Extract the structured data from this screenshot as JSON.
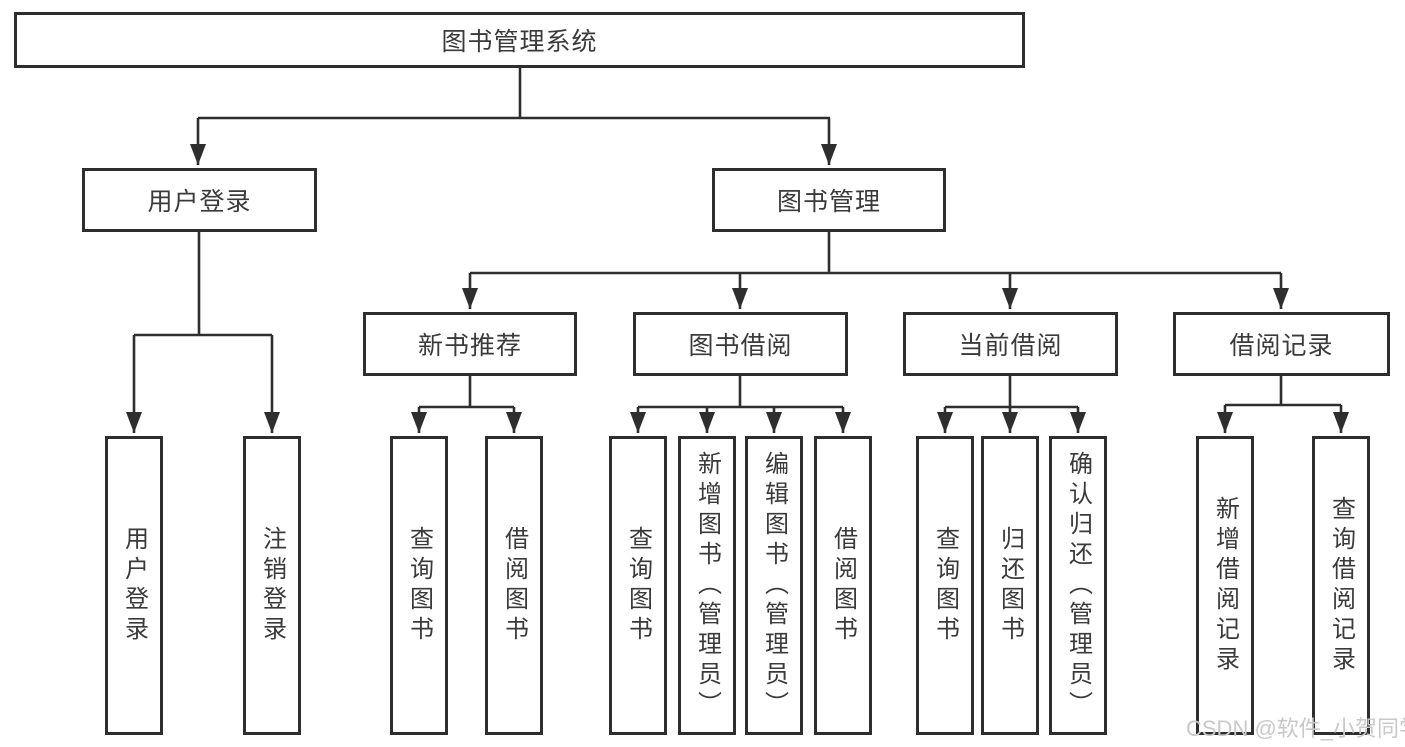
{
  "root": {
    "label": "图书管理系统"
  },
  "level2": [
    {
      "label": "用户登录"
    },
    {
      "label": "图书管理"
    }
  ],
  "level3": [
    {
      "label": "新书推荐"
    },
    {
      "label": "图书借阅"
    },
    {
      "label": "当前借阅"
    },
    {
      "label": "借阅记录"
    }
  ],
  "leaves": {
    "user_login": [
      {
        "label": "用户登录"
      },
      {
        "label": "注销登录"
      }
    ],
    "new_book_recommend": [
      {
        "label": "查询图书"
      },
      {
        "label": "借阅图书"
      }
    ],
    "book_borrow": [
      {
        "label": "查询图书"
      },
      {
        "label": "新增图书（管理员）"
      },
      {
        "label": "编辑图书（管理员）"
      },
      {
        "label": "借阅图书"
      }
    ],
    "current_borrow": [
      {
        "label": "查询图书"
      },
      {
        "label": "归还图书"
      },
      {
        "label": "确认归还（管理员）"
      }
    ],
    "borrow_records": [
      {
        "label": "新增借阅记录"
      },
      {
        "label": "查询借阅记录"
      }
    ]
  },
  "watermark": "CSDN @软件_小贺同学",
  "colors": {
    "line": "#2e2e2e",
    "text": "#3a3a3a",
    "background": "#ffffff",
    "watermark": "#c9c9c9"
  }
}
